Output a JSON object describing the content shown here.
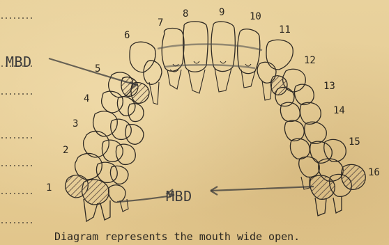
{
  "labels": {
    "mbd_top": "MBD",
    "mbd_bottom": "MBD",
    "caption": "Diagram represents the mouth wide open."
  },
  "tooth_numbers": [
    "1",
    "2",
    "3",
    "4",
    "5",
    "6",
    "7",
    "8",
    "9",
    "10",
    "11",
    "12",
    "13",
    "14",
    "15",
    "16"
  ]
}
